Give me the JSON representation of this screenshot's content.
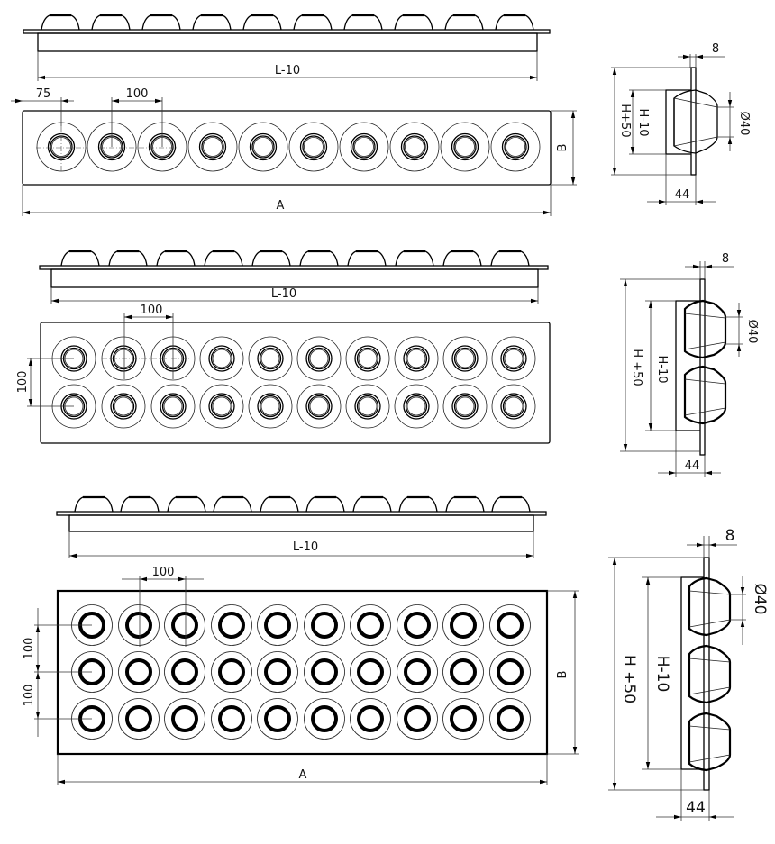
{
  "drawing": {
    "title": "Multi-outlet floor grille technical drawing",
    "views": [
      {
        "name": "1-row variant",
        "outlets_per_row": 10,
        "rows": 1,
        "labels": {
          "length": "L-10",
          "edge_offset": "75",
          "pitch_x": "100",
          "overall_width": "A",
          "overall_height": "B",
          "side_flange": "8",
          "side_diameter": "Ø40",
          "side_inner_height": "H-10",
          "side_outer_height": "H+50",
          "side_depth": "44"
        }
      },
      {
        "name": "2-row variant",
        "outlets_per_row": 10,
        "rows": 2,
        "labels": {
          "length": "L-10",
          "pitch_x": "100",
          "pitch_y": "100",
          "side_flange": "8",
          "side_diameter": "Ø40",
          "side_inner_height": "H-10",
          "side_outer_height": "H +50",
          "side_depth": "44"
        }
      },
      {
        "name": "3-row variant",
        "outlets_per_row": 10,
        "rows": 3,
        "labels": {
          "length": "L-10",
          "pitch_x": "100",
          "pitch_y_1": "100",
          "pitch_y_2": "100",
          "overall_width": "A",
          "overall_height": "B",
          "side_flange": "8",
          "side_diameter": "Ø40",
          "side_inner_height": "H-10",
          "side_outer_height": "H +50",
          "side_depth": "44"
        }
      }
    ]
  }
}
